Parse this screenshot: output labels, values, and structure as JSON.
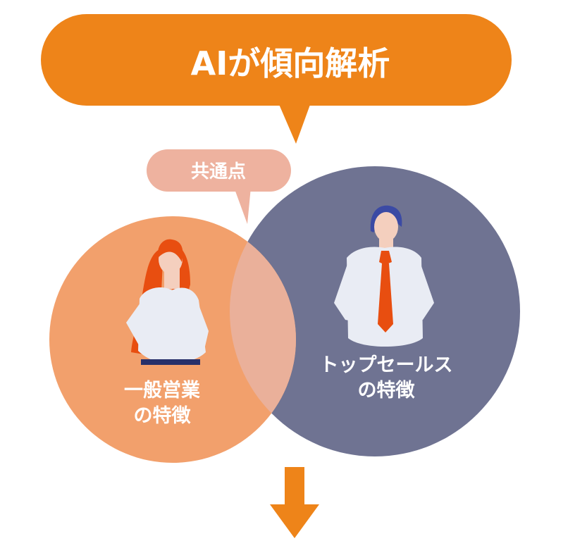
{
  "header": {
    "title": "AIが傾向解析"
  },
  "overlap": {
    "label": "共通点"
  },
  "left_circle": {
    "line1": "一般営業",
    "line2": "の特徴"
  },
  "right_circle": {
    "line1": "トップセールス",
    "line2": "の特徴"
  },
  "colors": {
    "accent_orange": "#ee8419",
    "left_circle": "#f2a06c",
    "right_circle": "#6f7392",
    "overlap_bubble": "#eeb29f",
    "intersection": "#eab09a"
  },
  "icons": {
    "woman": "businesswoman-figure-icon",
    "man": "businessman-figure-icon",
    "arrow": "down-arrow-icon"
  }
}
